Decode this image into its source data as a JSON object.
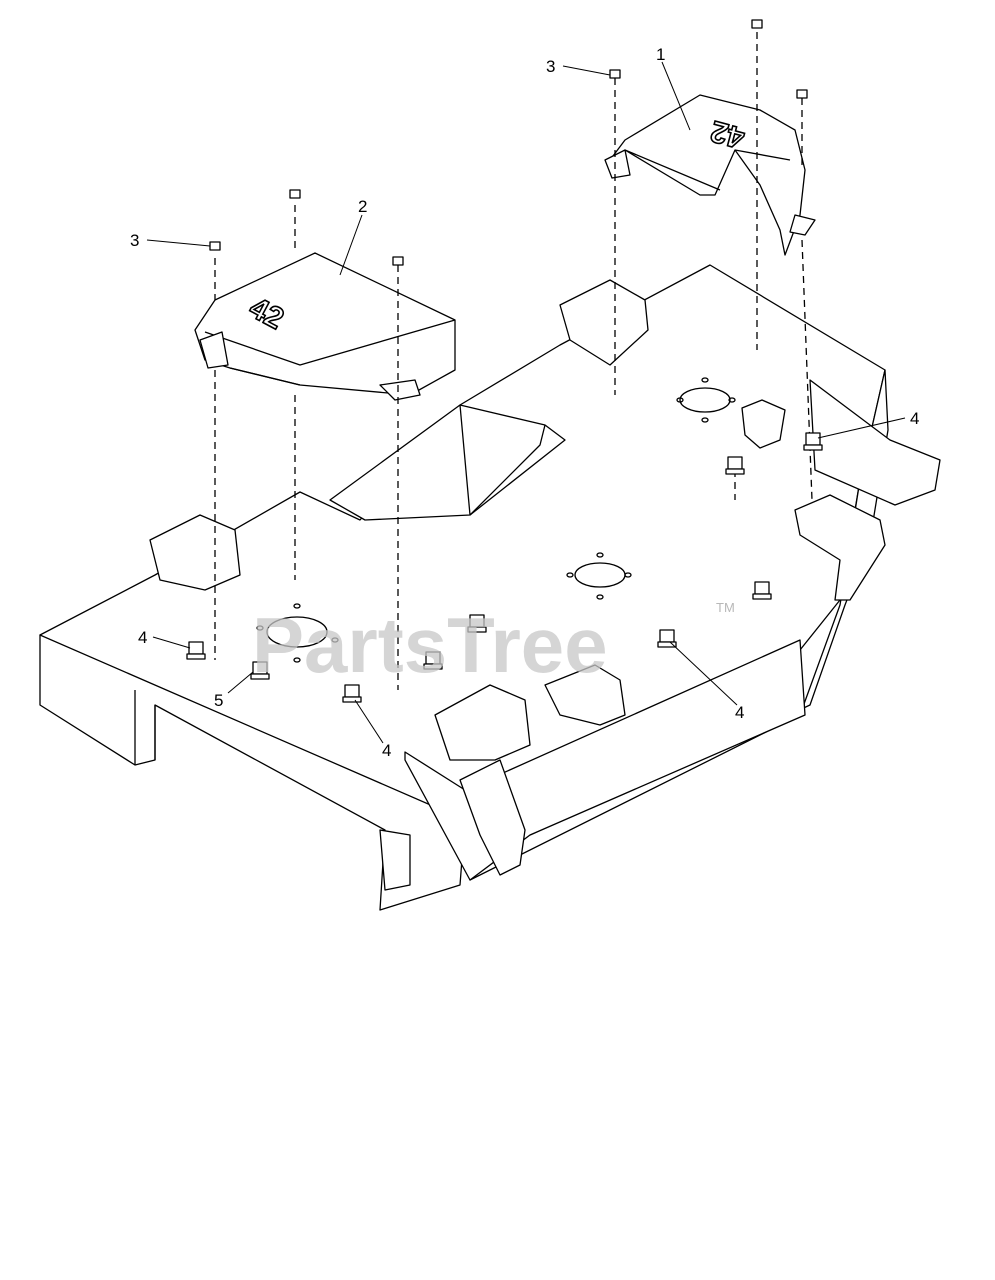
{
  "callouts": {
    "c1": "1",
    "c2": "2",
    "c3a": "3",
    "c3b": "3",
    "c4a": "4",
    "c4b": "4",
    "c4c": "4",
    "c4d": "4",
    "c5": "5"
  },
  "covers": {
    "front_label": "42",
    "rear_label": "42"
  },
  "watermark": {
    "text": "PartsTree",
    "tm": "TM"
  },
  "colors": {
    "line": "#000000",
    "watermark": "#c8c8c8",
    "background": "#ffffff"
  },
  "icons": [
    "bolt-icon",
    "flange-nut-icon"
  ]
}
